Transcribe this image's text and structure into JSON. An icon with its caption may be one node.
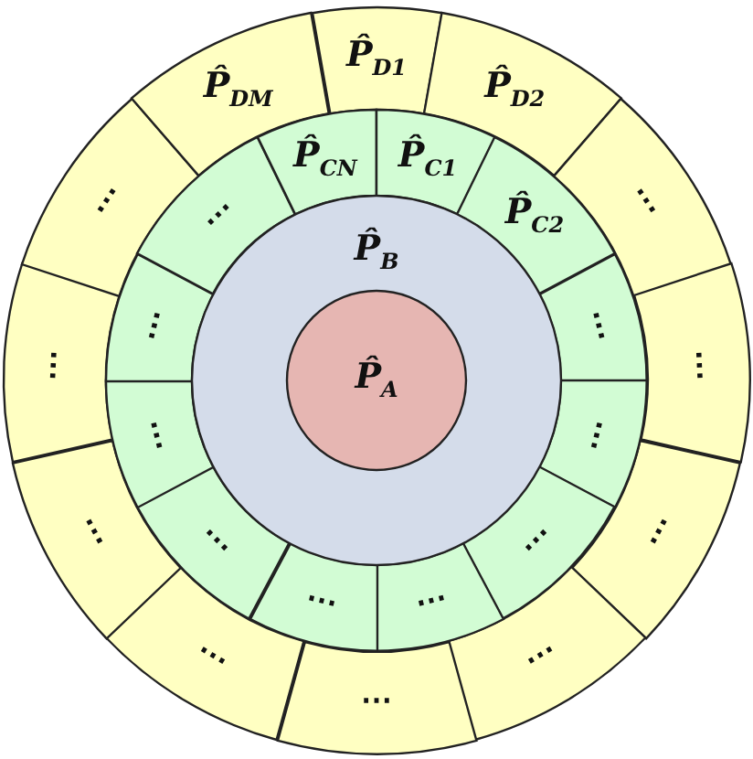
{
  "diagram": {
    "nodes": [
      {
        "text": [
          "P̂$_{D1}$"
        ]
      },
      {
        "text": [
          "P̂$_{D2}$"
        ]
      },
      {
        "text": [
          "⋯"
        ]
      },
      {
        "text": [
          "⋯"
        ]
      },
      {
        "text": [
          "⋯"
        ]
      },
      {
        "text": [
          "⋯"
        ]
      },
      {
        "text": [
          "⋯"
        ]
      },
      {
        "text": [
          "⋯"
        ]
      },
      {
        "text": [
          "⋯"
        ]
      },
      {
        "text": [
          "⋯"
        ]
      },
      {
        "text": [
          "⋯"
        ]
      },
      {
        "text": [
          "P̂$_{DM}$"
        ]
      },
      {
        "text": [
          "P̂$_{C1}$"
        ]
      },
      {
        "text": [
          "P̂$_{C2}$"
        ]
      },
      {
        "text": [
          "⋯"
        ]
      },
      {
        "text": [
          "⋯"
        ]
      },
      {
        "text": [
          "⋯"
        ]
      },
      {
        "text": [
          "⋯"
        ]
      },
      {
        "text": [
          "⋯"
        ]
      },
      {
        "text": [
          "⋯"
        ]
      },
      {
        "text": [
          "⋯"
        ]
      },
      {
        "text": [
          "⋯"
        ]
      },
      {
        "text": [
          "⋯"
        ]
      },
      {
        "text": [
          "P̂$_{CN}$"
        ]
      },
      {
        "text": [
          "P̂$_{B}$"
        ]
      },
      {
        "text": [
          "P̂$_{A}$"
        ],
        "in": 24
      }
    ]
  }
}
